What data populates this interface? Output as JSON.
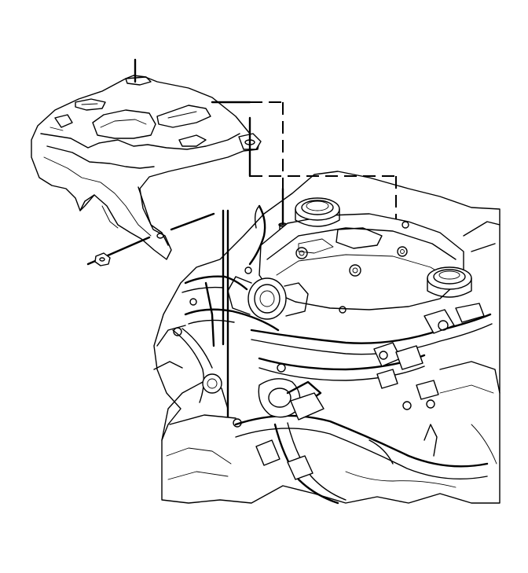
{
  "figure": {
    "parts": [
      "engine-cover-heat-shield",
      "cover-fastener-nut",
      "mounting-stud-front",
      "mounting-stud-rear",
      "engine-assembly"
    ],
    "colors": {
      "line": "#000000",
      "background": "#ffffff"
    }
  }
}
